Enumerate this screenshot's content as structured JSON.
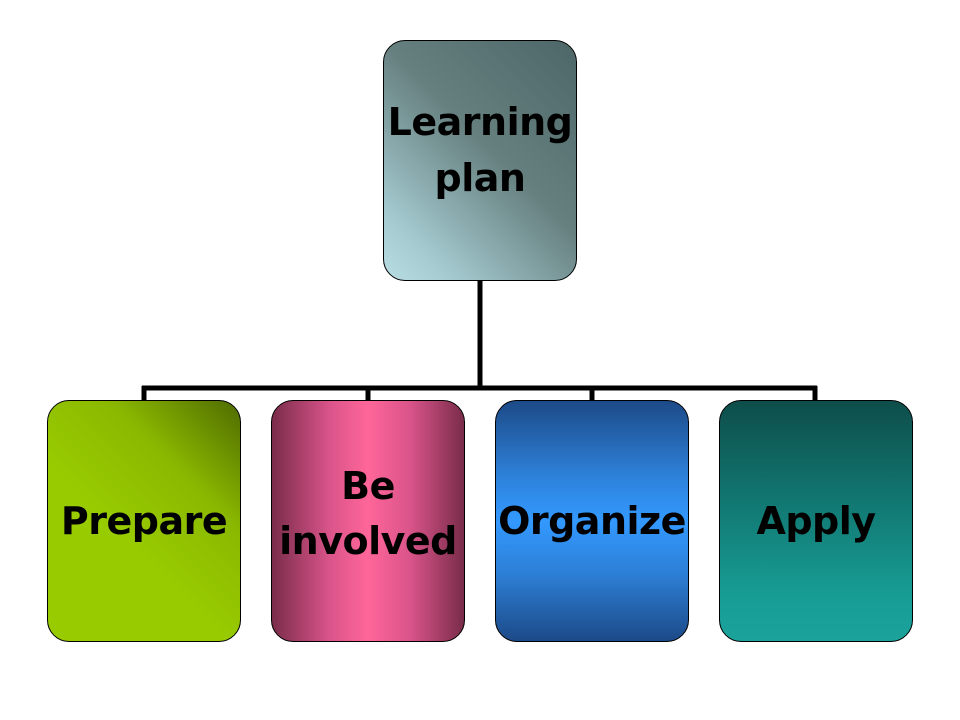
{
  "diagram": {
    "root": {
      "lines": [
        "Learning",
        "plan"
      ]
    },
    "children": [
      {
        "lines": [
          "Prepare"
        ]
      },
      {
        "lines": [
          "Be",
          "involved"
        ]
      },
      {
        "lines": [
          "Organize"
        ]
      },
      {
        "lines": [
          "Apply"
        ]
      }
    ],
    "connector_color": "#000000"
  }
}
